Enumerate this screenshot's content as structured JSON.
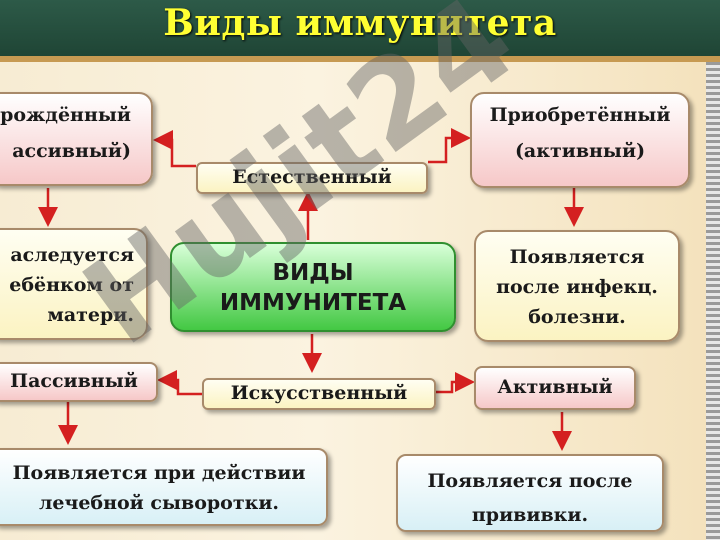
{
  "title": "Виды иммунитета",
  "center": [
    "ВИДЫ",
    "ИММУНИТЕТА"
  ],
  "natural": "Естественный",
  "artificial": "Искусственный",
  "innate": [
    "рождённый",
    "ассивный)"
  ],
  "acquired": [
    "Приобретённый",
    "(активный)"
  ],
  "inherited": [
    "аследуется",
    "ебёнком от",
    "матери."
  ],
  "after_illness": [
    "Появляется",
    "после инфекц.",
    "болезни."
  ],
  "passive": "Пассивный",
  "active": "Активный",
  "serum": [
    "Появляется при действии",
    "лечебной сыворотки."
  ],
  "vaccine": [
    "Появляется после",
    "прививки."
  ],
  "watermark": "Hujit24"
}
